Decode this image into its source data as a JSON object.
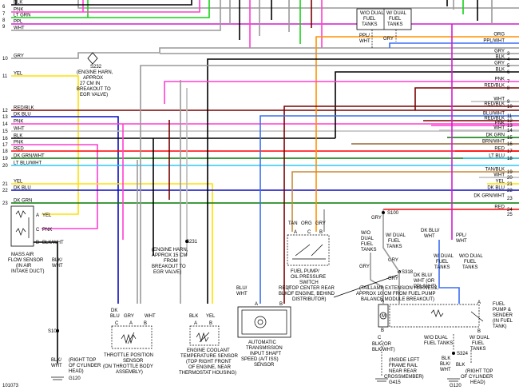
{
  "left_pins": [
    {
      "num": "",
      "label": "BLK"
    },
    {
      "num": "",
      "label": "PNK"
    },
    {
      "num": "",
      "label": "LT GRN"
    },
    {
      "num": "",
      "label": "PPL"
    },
    {
      "num": "",
      "label": "WHT"
    },
    {
      "num": "10",
      "label": "GRY"
    },
    {
      "num": "11",
      "label": "YEL"
    },
    {
      "num": "12",
      "label": "RED/BLK"
    },
    {
      "num": "13",
      "label": "DK BLU"
    },
    {
      "num": "14",
      "label": "PNK"
    },
    {
      "num": "15",
      "label": "WHT"
    },
    {
      "num": "16",
      "label": "BLK"
    },
    {
      "num": "17",
      "label": "PNK"
    },
    {
      "num": "18",
      "label": "RED"
    },
    {
      "num": "19",
      "label": "DK GRN/WHT"
    },
    {
      "num": "20",
      "label": "LT BLU/WHT"
    },
    {
      "num": "21",
      "label": "YEL"
    },
    {
      "num": "22",
      "label": "DK BLU"
    },
    {
      "num": "23",
      "label": "DK GRN"
    }
  ],
  "left_top_numbers": [
    "6",
    "7",
    "8",
    "9"
  ],
  "right_pins": [
    {
      "num": "",
      "label": "ORG"
    },
    {
      "num": "",
      "label": "PPL/WHT"
    },
    {
      "num": "3",
      "label": "GRY"
    },
    {
      "num": "4",
      "label": "BLK"
    },
    {
      "num": "5",
      "label": "GRY"
    },
    {
      "num": "6",
      "label": "BLK"
    },
    {
      "num": "7",
      "label": "PNK"
    },
    {
      "num": "8",
      "label": "RED/BLK"
    },
    {
      "num": "9",
      "label": "WHT"
    },
    {
      "num": "10",
      "label": "RED/BLK"
    },
    {
      "num": "11",
      "label": "BLU/WHT"
    },
    {
      "num": "12",
      "label": "RED/BLK"
    },
    {
      "num": "13",
      "label": "PNK"
    },
    {
      "num": "14",
      "label": "WHT"
    },
    {
      "num": "15",
      "label": "DK GRN"
    },
    {
      "num": "16",
      "label": "BRN/WHT"
    },
    {
      "num": "17",
      "label": "RED"
    },
    {
      "num": "18",
      "label": "LT BLU"
    },
    {
      "num": "19",
      "label": "TAN/BLK"
    },
    {
      "num": "20",
      "label": "WHT"
    },
    {
      "num": "21",
      "label": "YEL"
    },
    {
      "num": "22",
      "label": "DK BLU"
    },
    {
      "num": "23",
      "label": "DK GRN/WHT"
    },
    {
      "num": "24",
      "label": "RED"
    },
    {
      "num": "25",
      "label": ""
    }
  ],
  "splice_s232": [
    "S232",
    "(ENGINE HARN,",
    "APPROX",
    "27 CM IN",
    "BREAKOUT TO",
    "EGR VALVE)"
  ],
  "splice_s231": [
    "S231",
    "(ENGINE HARN,",
    "APPROX 15 CM",
    "FROM",
    "BREAKOUT TO",
    "EGR VALVE)"
  ],
  "splice_s100": "S100",
  "splice_s103": "S103",
  "splice_s318": "S318",
  "splice_s324": "S324",
  "top_option": {
    "without": [
      "W/O DUAL",
      "FUEL",
      "TANKS"
    ],
    "with": [
      "W/ DUAL",
      "FUEL",
      "TANKS"
    ],
    "ppl": "PPL/",
    "wht": "WHT",
    "gry": "GRY"
  },
  "maf": {
    "title": [
      "MASS AIR",
      "FLOW SENSOR",
      "(IN AIR",
      "INTAKE DUCT)"
    ],
    "pins": [
      "A",
      "C",
      "B"
    ],
    "wires": [
      "YEL",
      "PNK",
      "BLK/WHT"
    ],
    "out_wire": [
      "BLK/",
      "WHT"
    ]
  },
  "tps": {
    "title": [
      "THROTTLE POSITION",
      "SENSOR",
      "(ON THROTTLE BODY",
      "ASSEMBLY)"
    ],
    "pins": [
      "C",
      "A",
      "B"
    ],
    "wires": [
      "DK",
      "BLU",
      "GRY",
      "WHT"
    ]
  },
  "ect": {
    "title": [
      "ENGINE COOLANT",
      "TEMPERATURE SENSOR",
      "(TOP RIGHT FRONT",
      "OF ENGINE, NEAR",
      "THERMOSTAT HOUSING)"
    ],
    "pins": [
      "A",
      "B"
    ],
    "wires": [
      "BLK",
      "YEL"
    ]
  },
  "iss": {
    "title": [
      "AUTOMATIC",
      "TRANSMISSION",
      "INPUT SHAFT",
      "SPEED (A/T ISS)",
      "SENSOR"
    ],
    "pins": [
      "A",
      "B"
    ],
    "wires": [
      "BLU/",
      "WHT",
      "RED/",
      "BLK"
    ]
  },
  "fps": {
    "title": [
      "FUEL PUMP/",
      "OIL PRESSURE",
      "SWITCH",
      "(TOP CENTER REAR",
      "OF ENGINE, BEHIND",
      "DISTRIBUTOR)"
    ],
    "pins": [
      "A",
      "C",
      "B"
    ],
    "wires": [
      "TAN",
      "ORG",
      "GRY"
    ]
  },
  "balance_note": [
    "(TAILLAMP EXTENSION HARNESS,",
    "APPROX 10 CM FROM FUEL PUMP",
    "BALANCE MODULE BREAKOUT)"
  ],
  "balance_module": {
    "opt_without": [
      "W/O",
      "DUAL",
      "FUEL",
      "TANKS"
    ],
    "opt_with": [
      "W/ DUAL",
      "FUEL",
      "TANKS"
    ],
    "gry": "GRY",
    "pins": [
      "A",
      "B",
      "C"
    ]
  },
  "sender": {
    "title": [
      "FUEL",
      "PUMP &",
      "SENDER",
      "(IN FUEL",
      "TANK)"
    ],
    "dkblu": [
      "DK BLU/",
      "WHT"
    ],
    "without": [
      "W/O DUAL",
      "FUEL",
      "TANKS"
    ],
    "with": [
      "W/ DUAL",
      "FUEL",
      "TANKS"
    ],
    "ppl": [
      "PPL/",
      "WHT"
    ],
    "dkblu2": [
      "DK BLU/",
      "WHT (OR",
      "PPL/WHT)"
    ],
    "pins": [
      "A",
      "B"
    ]
  },
  "lower_right": {
    "without": [
      "W/O DUAL",
      "FUEL TANKS"
    ],
    "with": [
      "W/ DUAL",
      "FUEL",
      "TANKS"
    ],
    "blk1": "BLK",
    "blk2": [
      "BLK/",
      "WHT"
    ],
    "blk3": "BLK",
    "blk_or": [
      "BLK (OR",
      "BLK/WHT)"
    ],
    "g415_loc": [
      "(INSIDE LEFT",
      "FRAME RAIL",
      "NEAR REAR",
      "CROSSMEMBER)"
    ],
    "g415": "G415",
    "g120_loc": [
      "(RIGHT TOP",
      "OF CYLINDER",
      "HEAD)"
    ],
    "g120": "G120"
  },
  "ground_left": {
    "blk": [
      "BLK/",
      "WHT"
    ],
    "loc": [
      "(RIGHT TOP",
      "OF CYLINDER",
      "HEAD)"
    ],
    "ground": "G120"
  },
  "figure_id": "101073",
  "colors": {
    "black": "#000000",
    "pink": "#ff3fd0",
    "lt_green": "#16d116",
    "purple": "#d11dd1",
    "gray": "#8c8c8c",
    "yellow": "#ffe000",
    "red_black": "#7a0000",
    "dk_blue": "#0a0abf",
    "red": "#ff0000",
    "dk_green": "#007800",
    "lt_blue": "#2ec8f5",
    "orange": "#ff9000",
    "brown": "#996633",
    "tan": "#c88a3a",
    "blu_wht": "#3a6ef0"
  }
}
